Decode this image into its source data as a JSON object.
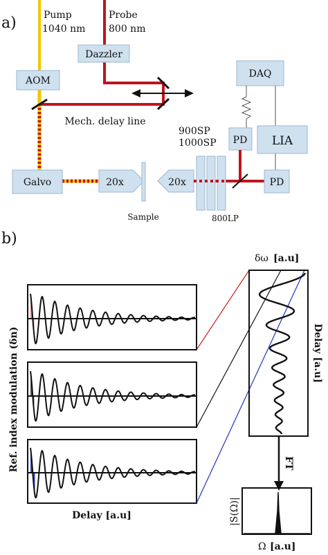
{
  "panel_a": {
    "label": "a)",
    "pump_line1": "Pump",
    "pump_line2": "1040 nm",
    "probe_line1": "Probe",
    "probe_line2": "800 nm",
    "dazzler": "Dazzler",
    "aom": "AOM",
    "daq": "DAQ",
    "delay_line": "Mech. delay line",
    "sp900": "900SP",
    "sp1000": "1000SP",
    "pd_top": "PD",
    "lia": "LIA",
    "galvo": "Galvo",
    "obj_left": "20x",
    "obj_right": "20x",
    "pd_right": "PD",
    "sample": "Sample",
    "lp800": "800LP"
  },
  "panel_b": {
    "label": "b)",
    "ylabel": "Ref. index modulation (δn)",
    "xlabel": "Delay [a.u]",
    "dw_label_sym": "δω",
    "dw_label_unit": "[a.u]",
    "delay_rot_label": "Delay [a.u]",
    "ft": "FT",
    "spec_ylabel": "|S(Ω)|",
    "omega_sym": "Ω",
    "omega_unit": "[a.u]"
  },
  "colors": {
    "pump": "#f2c500",
    "probe": "#c0141c",
    "box": "#cfe0ef",
    "box_edge": "#9bb7cf",
    "line_red": "#cc2222",
    "line_blue": "#2233bb",
    "fill_red": "#e48a8a",
    "fill_gray": "#555555",
    "fill_blue": "#3344cc"
  }
}
